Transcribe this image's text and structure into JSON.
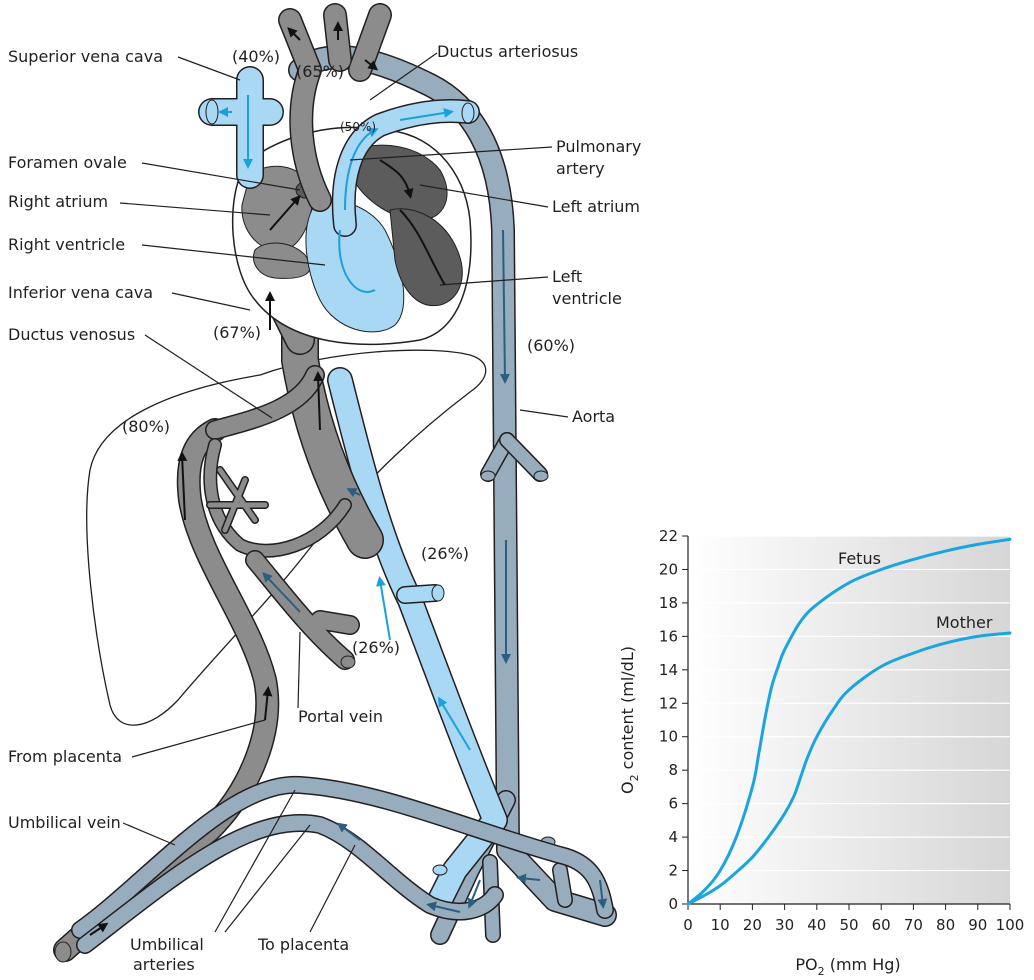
{
  "colors": {
    "oxygenated": "#a9d8f5",
    "mixed": "#97acbd",
    "deoxygenated": "#8c8c8c",
    "dark_chamber": "#5c5c5c",
    "arrow_light": "#1aa0dd",
    "arrow_dark": "#2b5f80",
    "chart_curve": "#1aa5e0"
  },
  "labels": {
    "superior_vena_cava": "Superior vena cava",
    "foramen_ovale": "Foramen ovale",
    "right_atrium": "Right atrium",
    "right_ventricle": "Right ventricle",
    "inferior_vena_cava": "Inferior vena cava",
    "ductus_venosus": "Ductus venosus",
    "from_placenta": "From placenta",
    "umbilical_vein": "Umbilical vein",
    "umbilical_arteries_1": "Umbilical",
    "umbilical_arteries_2": "arteries",
    "to_placenta": "To placenta",
    "portal_vein": "Portal vein",
    "ductus_arteriosus": "Ductus arteriosus",
    "pulmonary_artery_1": "Pulmonary",
    "pulmonary_artery_2": "artery",
    "left_atrium": "Left atrium",
    "left_ventricle_1": "Left",
    "left_ventricle_2": "ventricle",
    "aorta": "Aorta"
  },
  "saturations": {
    "svc": "(40%)",
    "arch": "(65%)",
    "pulmonary": "(50%)",
    "ivc": "(67%)",
    "aorta_desc": "(60%)",
    "ductus_venosus": "(80%)",
    "ivc_low": "(26%)",
    "portal": "(26%)"
  },
  "chart_data": {
    "type": "line",
    "xlabel_main": "PO",
    "xlabel_sub": "2",
    "xlabel_unit": " (mm Hg)",
    "ylabel_main": "O",
    "ylabel_sub": "2",
    "ylabel_unit": " content (ml/dL)",
    "xlim": [
      0,
      100
    ],
    "ylim": [
      0,
      22
    ],
    "xticks": [
      "0",
      "10",
      "20",
      "30",
      "40",
      "50",
      "60",
      "70",
      "80",
      "90",
      "100"
    ],
    "yticks": [
      "0",
      "2",
      "4",
      "6",
      "8",
      "10",
      "12",
      "14",
      "16",
      "18",
      "20",
      "22"
    ],
    "series": [
      {
        "name": "Fetus",
        "x": [
          0,
          5,
          10,
          15,
          20,
          22,
          24,
          26,
          28,
          30,
          35,
          40,
          50,
          60,
          70,
          80,
          90,
          100
        ],
        "y": [
          0,
          0.8,
          2.0,
          4.0,
          7.0,
          9.0,
          11.2,
          13.0,
          14.2,
          15.2,
          16.9,
          17.9,
          19.2,
          20.0,
          20.6,
          21.1,
          21.5,
          21.8
        ]
      },
      {
        "name": "Mother",
        "x": [
          0,
          5,
          10,
          15,
          20,
          25,
          30,
          33,
          35,
          37,
          40,
          45,
          50,
          60,
          70,
          80,
          90,
          100
        ],
        "y": [
          0,
          0.5,
          1.1,
          1.9,
          2.8,
          4.0,
          5.4,
          6.5,
          7.6,
          8.7,
          10.0,
          11.6,
          12.8,
          14.2,
          15.0,
          15.6,
          16.0,
          16.2
        ]
      }
    ],
    "grid": true
  }
}
